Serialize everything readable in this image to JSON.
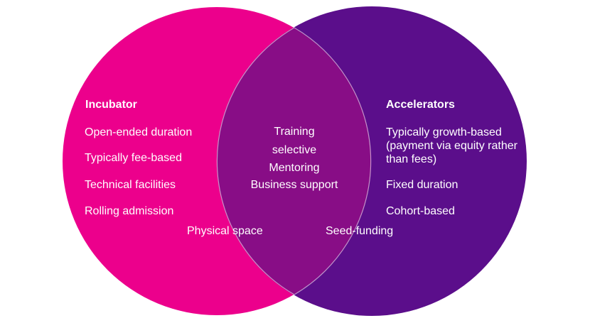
{
  "colors": {
    "incubator": "#ec008c",
    "accelerators": "#5b0e8b",
    "overlap": "#880d86",
    "text": "#ffffff"
  },
  "incubator": {
    "title": "Incubator",
    "items": [
      "Open-ended duration",
      "Typically fee-based",
      "Technical facilities",
      "Rolling admission"
    ]
  },
  "accelerators": {
    "title": "Accelerators",
    "items": [
      "Typically growth-based (payment via equity rather than fees)",
      "Fixed duration",
      "Cohort-based"
    ]
  },
  "overlap": {
    "items": [
      "Training",
      "selective",
      "Mentoring",
      "Business support"
    ]
  },
  "boundary": {
    "left": "Physical space",
    "right": "Seed-funding"
  }
}
